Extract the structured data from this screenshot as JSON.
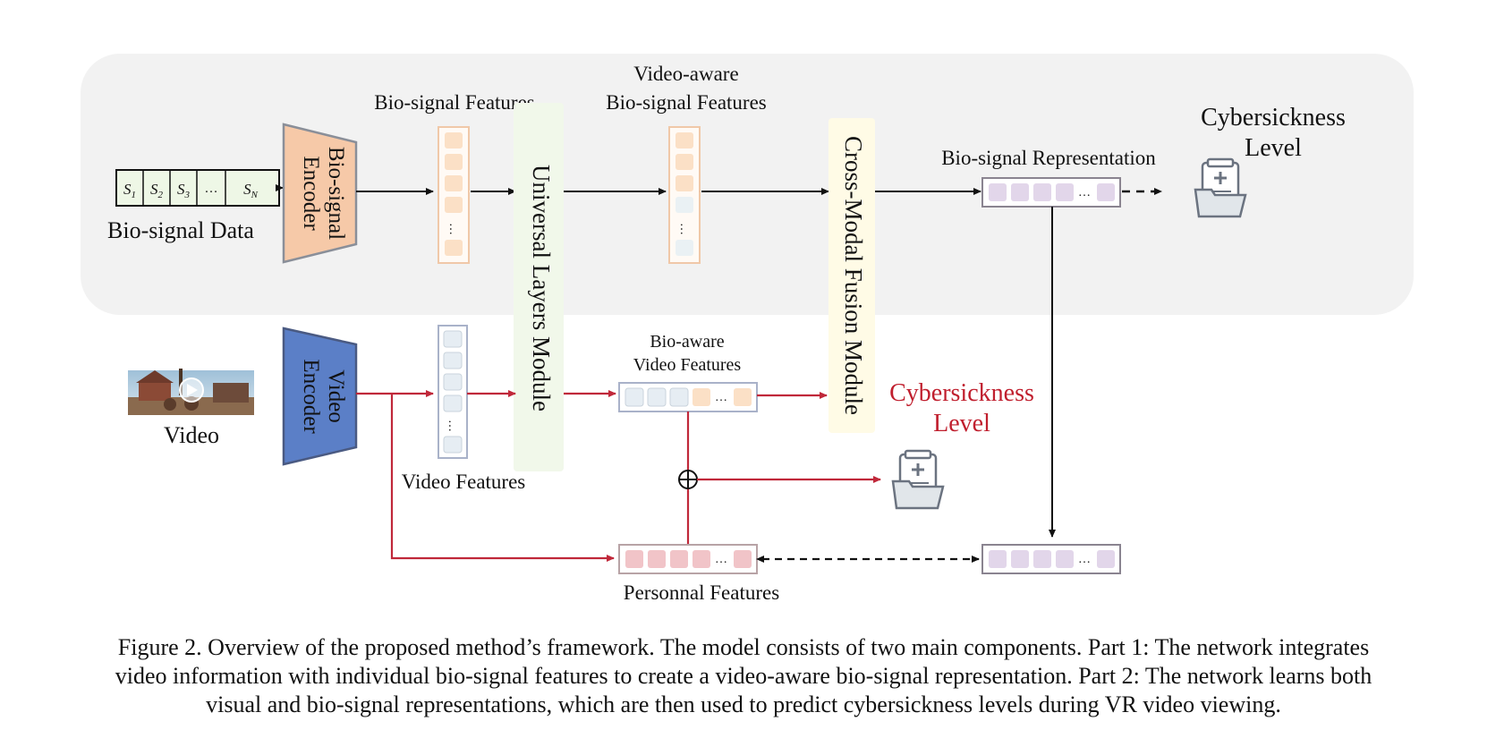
{
  "figure": {
    "biosignal_data": {
      "label": "Bio-signal Data",
      "cells": [
        {
          "base": "S",
          "sub": "1"
        },
        {
          "base": "S",
          "sub": "2"
        },
        {
          "base": "S",
          "sub": "3"
        },
        {
          "base": "…",
          "sub": ""
        },
        {
          "base": "S",
          "sub": "N"
        }
      ]
    },
    "biosignal_encoder": {
      "line1": "Bio-signal",
      "line2": "Encoder"
    },
    "biosignal_features": {
      "label": "Bio-signal Features"
    },
    "universal_layers": {
      "label": "Universal Layers Module"
    },
    "video_aware_features": {
      "line1": "Video-aware",
      "line2": "Bio-signal Features"
    },
    "cross_modal_fusion": {
      "label": "Cross-Modal Fusion Module"
    },
    "biosignal_representation": {
      "label": "Bio-signal Representation"
    },
    "cybersickness_top": {
      "line1": "Cybersickness",
      "line2": "Level"
    },
    "video": {
      "label": "Video"
    },
    "video_encoder": {
      "line1": "Video",
      "line2": "Encoder"
    },
    "video_features": {
      "label": "Video Features"
    },
    "bio_aware_video": {
      "line1": "Bio-aware",
      "line2": "Video Features"
    },
    "cybersickness_red": {
      "line1": "Cybersickness",
      "line2": "Level"
    },
    "personnal_features": {
      "label": "Personnal Features"
    },
    "ellipsis": "…"
  },
  "caption": {
    "line1": "Figure 2. Overview of the proposed method’s framework. The model consists of two main components. Part 1: The network integrates",
    "line2": "video information with individual bio-signal features to create a video-aware bio-signal representation. Part 2: The network learns both",
    "line3": "visual and bio-signal representations, which are then used to predict cybersickness levels during VR video viewing."
  },
  "colors": {
    "panel_bg": "#f2f2f2",
    "bio_encoder": "#f6c9a8",
    "video_encoder": "#5b7fc7",
    "red_arrow": "#c0283a",
    "cybersickness_red": "#c01f2e",
    "bio_token": "#fbe0c6",
    "video_token": "#e6edf3",
    "repr_token": "#e2d6ea",
    "personal_token": "#f1c4c8"
  },
  "icons": [
    "medical-report-icon",
    "video-thumbnail-icon",
    "play-icon"
  ]
}
